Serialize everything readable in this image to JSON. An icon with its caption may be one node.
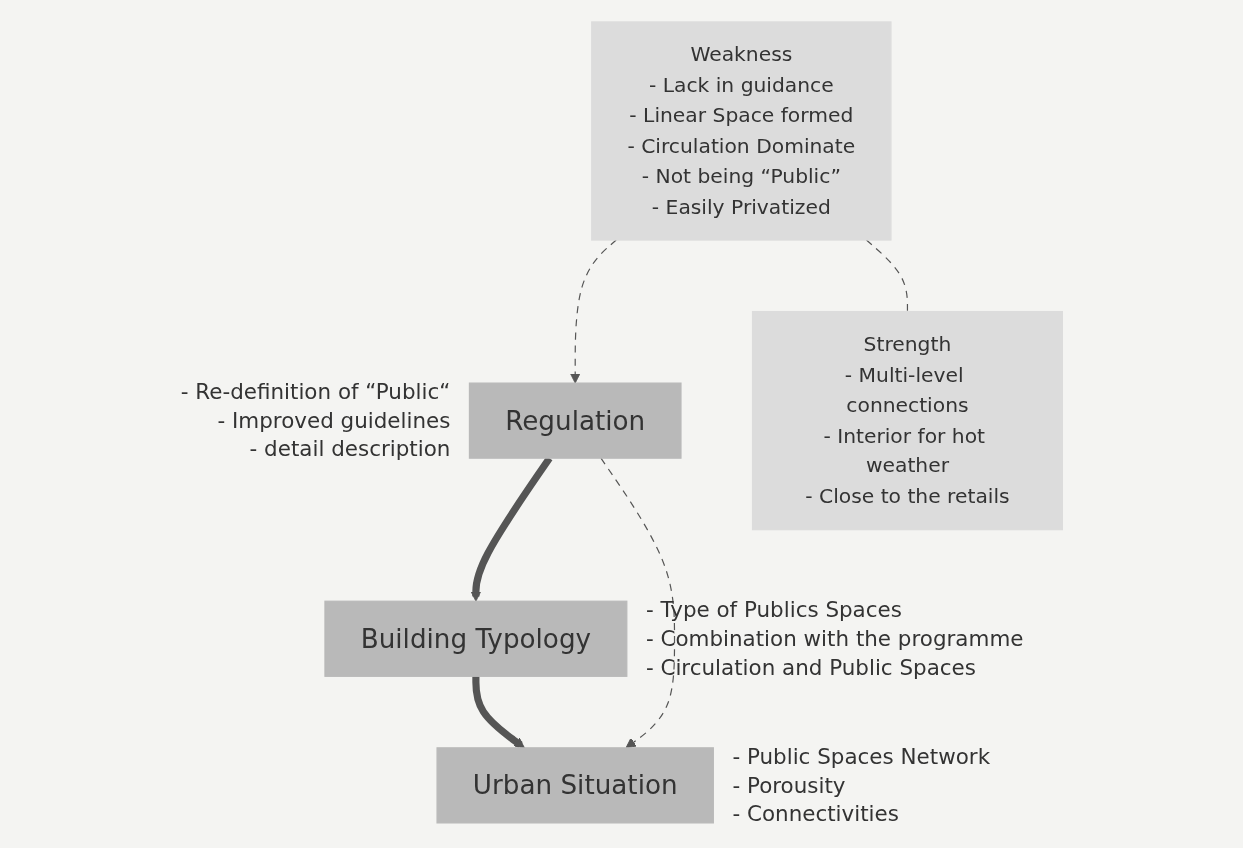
{
  "diagram": {
    "nodes": [
      {
        "text": [
          "Regulation"
        ],
        "beside": [
          "- Re-definition of “Public“",
          "- Improved guidelines",
          "- detail description"
        ]
      },
      {
        "text": [
          "Building Typology"
        ],
        "beside": [
          "- Type of Publics Spaces",
          "- Combination with the programme",
          "- Circulation and Public Spaces"
        ]
      },
      {
        "text": [
          "Urban Situation"
        ],
        "beside": [
          "- Public Spaces Network",
          "- Porousity",
          "- Connectivities"
        ]
      },
      {
        "text": [
          "Weakness",
          "- Lack in guidance",
          "- Linear Space formed",
          "- Circulation Dominate",
          "- Not being “Public”",
          "- Easily Privatized"
        ]
      },
      {
        "text": [
          "Strength",
          "- Multi-level connections",
          "- Interior for hot weather",
          "- Close to the retails"
        ]
      }
    ],
    "edges": [
      {
        "from": 0,
        "to": 1,
        "arrow": "to",
        "style": "thick"
      },
      {
        "from": 1,
        "to": 2,
        "arrow": "to",
        "style": "thick"
      },
      {
        "from": 0,
        "to": 2,
        "arrow": "to",
        "style": "dashed"
      },
      {
        "from": 3,
        "to": 0,
        "arrow": "to",
        "style": "dashed"
      },
      {
        "from": 3,
        "to": 4,
        "arrow": "none",
        "style": "dashed"
      }
    ]
  }
}
